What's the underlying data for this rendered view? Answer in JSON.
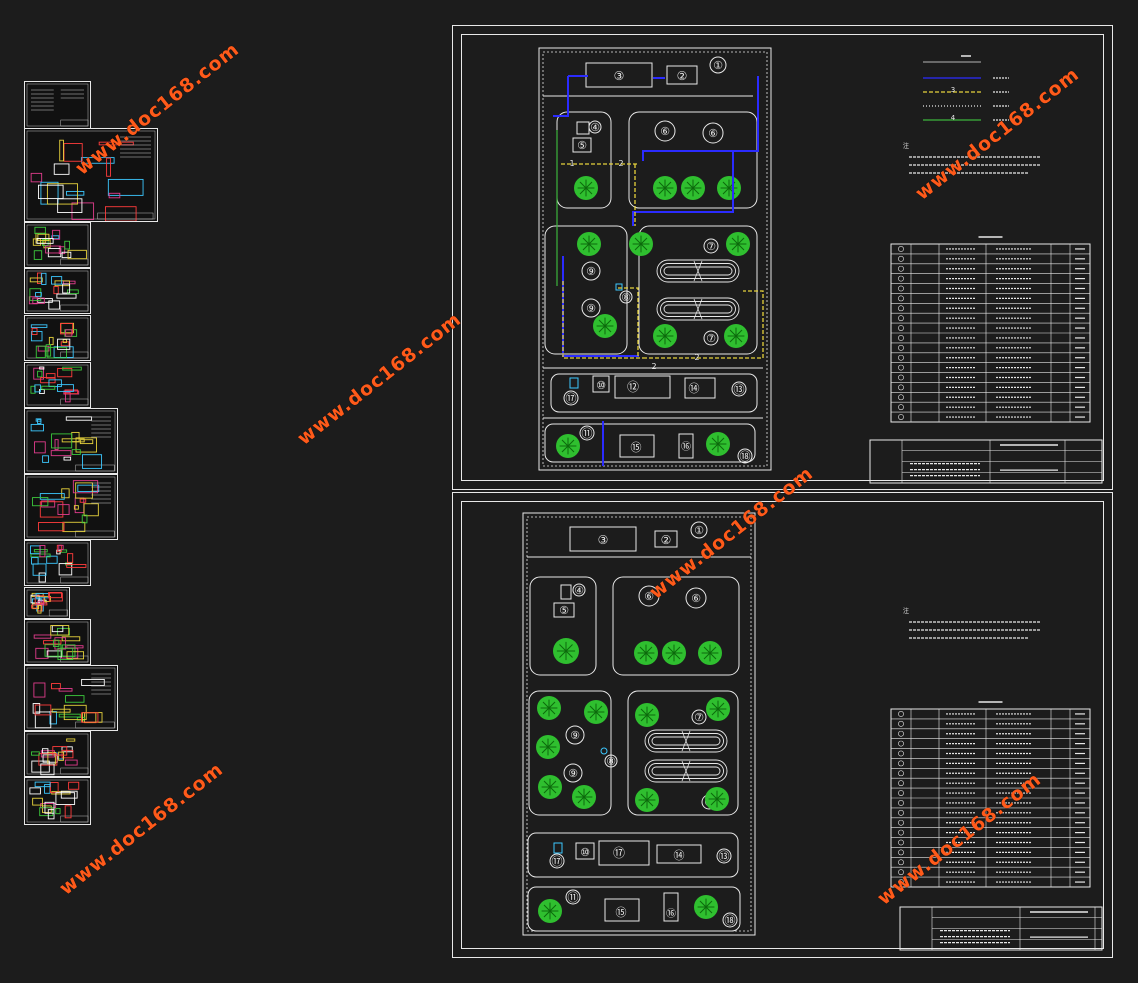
{
  "viewer": {
    "watermark_text": "www.doc168.com"
  },
  "thumbnails": [
    {
      "name": "cover"
    },
    {
      "name": "process-flow"
    },
    {
      "name": "sheet-3"
    },
    {
      "name": "sheet-4"
    },
    {
      "name": "sheet-5"
    },
    {
      "name": "sheet-6"
    },
    {
      "name": "sheet-7"
    },
    {
      "name": "sheet-8"
    },
    {
      "name": "sheet-9"
    },
    {
      "name": "sheet-10"
    },
    {
      "name": "sheet-11"
    },
    {
      "name": "sheet-12"
    },
    {
      "name": "sheet-13"
    },
    {
      "name": "sheet-14"
    }
  ],
  "sheet_top": {
    "units": [
      "①",
      "②",
      "③",
      "④",
      "⑤",
      "⑥",
      "⑥",
      "⑦",
      "⑦",
      "⑧",
      "⑨",
      "⑨",
      "⑩",
      "⑪",
      "⑫",
      "⑭",
      "⑮",
      "⑯",
      "⑰",
      "⑱",
      "⑬"
    ],
    "pipe_labels": [
      "1",
      "2",
      "3",
      "4",
      "2",
      "2"
    ]
  },
  "sheet_bottom": {
    "units": [
      "①",
      "②",
      "③",
      "④",
      "⑤",
      "⑥",
      "⑥",
      "⑦",
      "⑦",
      "⑧",
      "⑨",
      "⑨",
      "⑩",
      "⑪",
      "⑰",
      "⑭",
      "⑮",
      "⑯",
      "⑰",
      "⑱",
      "⑬"
    ]
  },
  "colors": {
    "background": "#1c1c1c",
    "line": "#e8e8e8",
    "tree": "#2fbf2f",
    "pipe_blue": "#2b2bff",
    "pipe_yellow": "#e6d23c",
    "pipe_green": "#3cb43c",
    "watermark": "#ff5a1a"
  }
}
